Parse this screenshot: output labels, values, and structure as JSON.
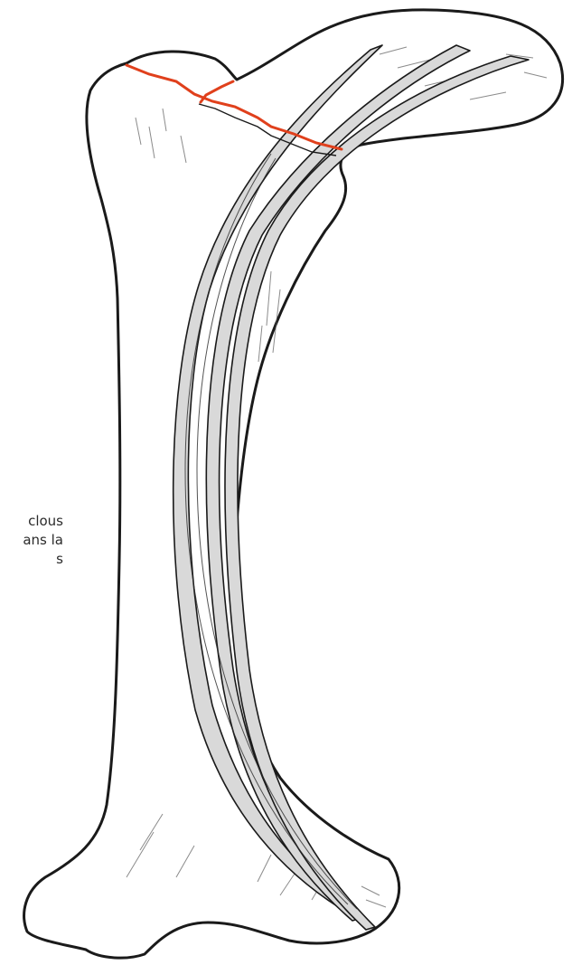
{
  "figure": {
    "caption_lines": [
      "clous",
      "ans la",
      "s"
    ],
    "colors": {
      "outline": "#1a1a1a",
      "hatching": "#5a5a5a",
      "nail_fill": "#d9d9d9",
      "fracture_line": "#e0401c"
    },
    "icons": [
      "femur-bone-icon",
      "intramedullary-nails-icon",
      "fracture-line-icon"
    ]
  }
}
